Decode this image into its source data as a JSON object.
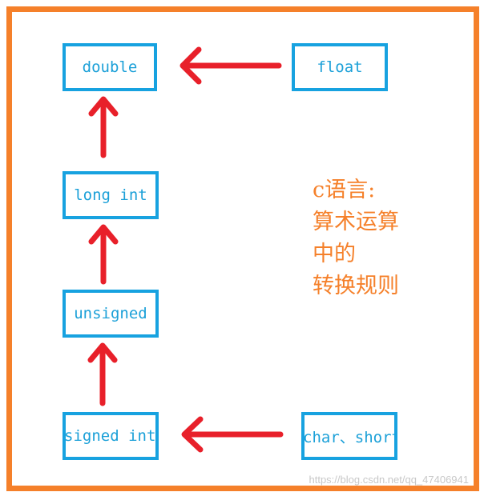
{
  "boxes": {
    "double": "double",
    "float": "float",
    "long_int": "long int",
    "unsigned": "unsigned",
    "signed_int": "signed int",
    "char_short": "char、short"
  },
  "note": {
    "line1": "c语言:",
    "line2": "算术运算",
    "line3": "中的",
    "line4": "转换规则"
  },
  "watermark": "https://blog.csdn.net/qq_47406941",
  "colors": {
    "frame": "#f5802a",
    "box_border": "#17a2e0",
    "box_text": "#1ba0d8",
    "arrow": "#e8202a",
    "note_text": "#f5802a"
  }
}
